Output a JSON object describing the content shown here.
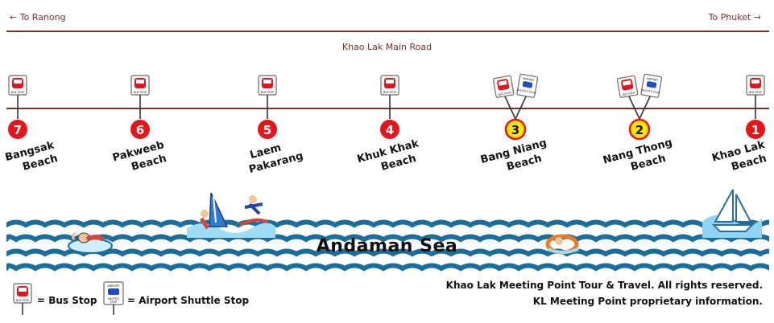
{
  "nav": {
    "left": "← To Ranong",
    "right": "To Phuket →"
  },
  "road": {
    "title": "Khao Lak Main Road"
  },
  "stops": [
    {
      "number": "7",
      "line1": "Bangsak",
      "line2": "Beach",
      "shuttle": false
    },
    {
      "number": "6",
      "line1": "Pakweeb",
      "line2": "Beach",
      "shuttle": false
    },
    {
      "number": "5",
      "line1": "Laem",
      "line2": "Pakarang",
      "shuttle": false
    },
    {
      "number": "4",
      "line1": "Khuk Khak",
      "line2": "Beach",
      "shuttle": false
    },
    {
      "number": "3",
      "line1": "Bang Niang",
      "line2": "Beach",
      "shuttle": true
    },
    {
      "number": "2",
      "line1": "Nang Thong",
      "line2": "Beach",
      "shuttle": true
    },
    {
      "number": "1",
      "line1": "Khao Lak",
      "line2": "Beach",
      "shuttle": false
    }
  ],
  "sign": {
    "bus": "BUS STOP",
    "shuttle_top": "AIRPORT",
    "shuttle_bottom": "SHUTTLE STOP"
  },
  "sea": {
    "label": "Andaman Sea"
  },
  "legend": {
    "bus": "= Bus Stop",
    "shuttle": "= Airport Shuttle Stop"
  },
  "footer": {
    "line1": "Khao Lak Meeting Point Tour & Travel. All rights reserved.",
    "line2": "KL Meeting Point proprietary information."
  },
  "colors": {
    "road": "#7a2f2a",
    "stop_red": "#e8141c",
    "stop_yellow": "#ffe600",
    "wave": "#1a6e9c",
    "sea_light": "#d8f1fb"
  }
}
